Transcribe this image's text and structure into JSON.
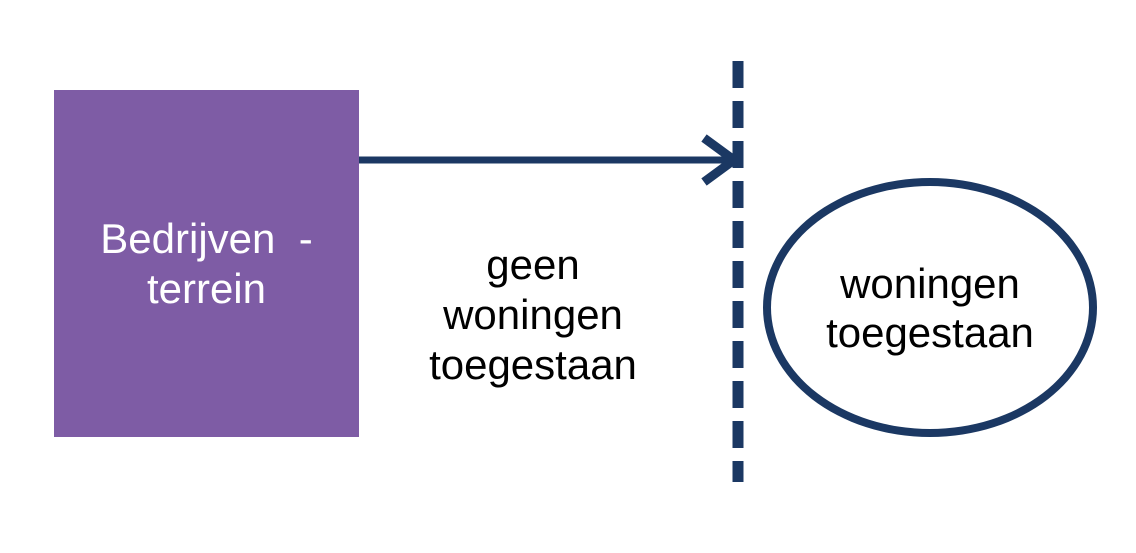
{
  "diagram": {
    "source_box": {
      "label": "Bedrijven  -\nterrein"
    },
    "arrow": {
      "label": "geen\nwoningen\ntoegestaan"
    },
    "result_ellipse": {
      "label": "woningen\ntoegestaan"
    }
  },
  "colors": {
    "box_purple": "#7E5CA5",
    "navy": "#1B3863",
    "box_text": "#FFFFFF",
    "text": "#000000",
    "background": "#FFFFFF"
  }
}
